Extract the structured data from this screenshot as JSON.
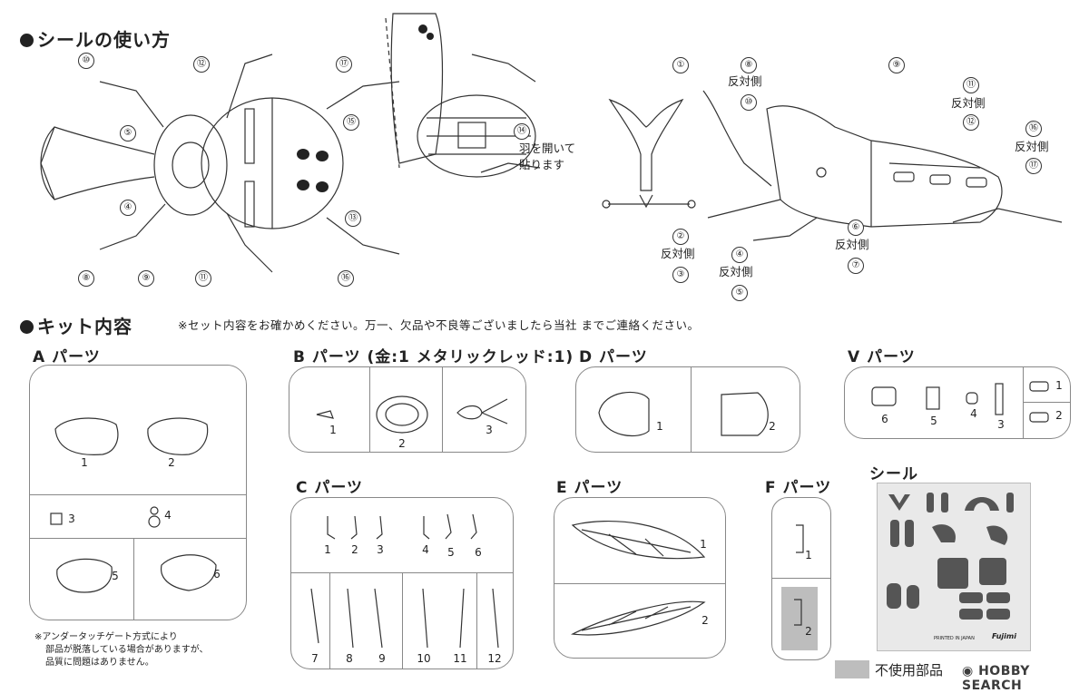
{
  "sections": {
    "sticker_usage": "シールの使い方",
    "kit_contents": "キット内容",
    "notice": "※セット内容をお確かめください。万一、欠品や不良等ございましたら当社 までご連絡ください。"
  },
  "diagram": {
    "numbers": [
      "①",
      "②",
      "③",
      "④",
      "⑤",
      "⑥",
      "⑦",
      "⑧",
      "⑨",
      "⑩",
      "⑪",
      "⑫",
      "⑬",
      "⑭",
      "⑮",
      "⑯",
      "⑰"
    ],
    "opposite": "反対側",
    "wing_note_line1": "羽を開いて",
    "wing_note_line2": "貼ります"
  },
  "parts": {
    "A": {
      "title": "A パーツ",
      "items": [
        "1",
        "2",
        "3",
        "4",
        "5",
        "6"
      ]
    },
    "B": {
      "title": "B パーツ (金:1 メタリックレッド:1)",
      "items": [
        "1",
        "2",
        "3"
      ]
    },
    "C": {
      "title": "C パーツ",
      "items": [
        "1",
        "2",
        "3",
        "4",
        "5",
        "6",
        "7",
        "8",
        "9",
        "10",
        "11",
        "12"
      ]
    },
    "D": {
      "title": "D パーツ",
      "items": [
        "1",
        "2"
      ]
    },
    "E": {
      "title": "E パーツ",
      "items": [
        "1",
        "2"
      ]
    },
    "F": {
      "title": "F パーツ",
      "items": [
        "1",
        "2"
      ]
    },
    "V": {
      "title": "V パーツ",
      "items": [
        "6",
        "5",
        "4",
        "3",
        "1",
        "2"
      ]
    }
  },
  "sticker": {
    "title": "シール",
    "maker": "Fujimi",
    "printed": "PRINTED IN JAPAN"
  },
  "footnote": [
    "※アンダータッチゲート方式により",
    "部品が脱落している場合がありますが、",
    "品質に問題はありません。"
  ],
  "legend": {
    "unused": "不使用部品"
  },
  "watermark": {
    "brand": "HOBBY SEARCH"
  },
  "colors": {
    "line": "#888888",
    "ink": "#222222",
    "unused_fill": "#bdbdbd"
  }
}
